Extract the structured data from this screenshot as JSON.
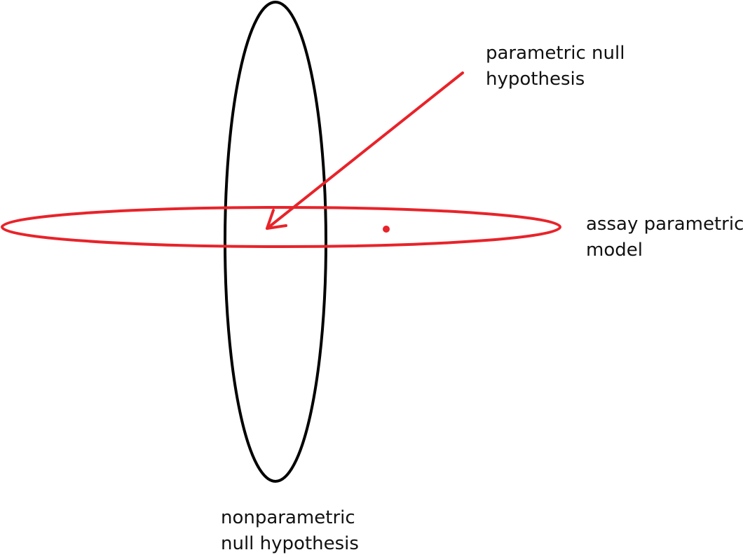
{
  "colors": {
    "background": "#ffffff",
    "nonparametric_ellipse": "#000000",
    "parametric_model": "#e8232a",
    "text": "#111111"
  },
  "labels": {
    "parametric_null": [
      "parametric null",
      "hypothesis"
    ],
    "assay_model": [
      "assay parametric",
      "model"
    ],
    "nonparametric_null": [
      "nonparametric",
      "null hypothesis"
    ]
  }
}
